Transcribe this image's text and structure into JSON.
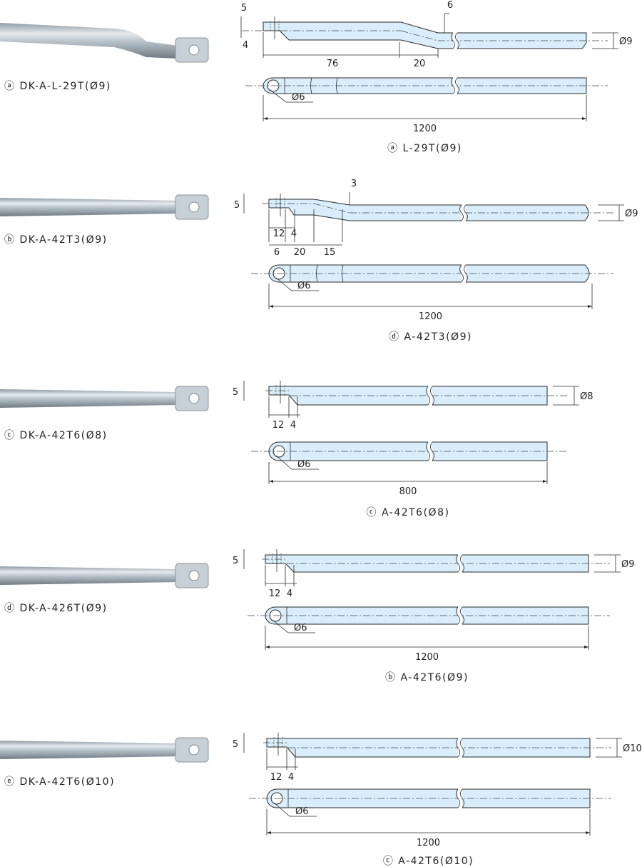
{
  "colors": {
    "rod_fill": "#d9eefa",
    "line": "#2a2a2a",
    "photo_metal": "#b9c3ca"
  },
  "sections": [
    {
      "photo_label": "ⓐ DK-A-L-29T(Ø9)",
      "caption": "ⓐ L-29T(Ø9)",
      "dims": {
        "tab_thk": "5",
        "offset_a": "4",
        "offset_b": "6",
        "straight": "76",
        "bend": "20"
      },
      "diameter": "Ø9",
      "hole": "Ø6",
      "length": "1200"
    },
    {
      "photo_label": "ⓑ DK-A-42T3(Ø9)",
      "caption": "ⓓ A-42T3(Ø9)",
      "dims": {
        "tab_thk": "5",
        "offset_b": "3",
        "tab_len": "12",
        "taper": "4",
        "end": "6",
        "straight": "20",
        "bend": "15"
      },
      "diameter": "Ø9",
      "hole": "Ø6",
      "length": "1200"
    },
    {
      "photo_label": "ⓒ DK-A-42T6(Ø8)",
      "caption": "ⓒ A-42T6(Ø8)",
      "dims": {
        "tab_thk": "5",
        "tab_len": "12",
        "taper": "4"
      },
      "diameter": "Ø8",
      "hole": "Ø6",
      "length": "800"
    },
    {
      "photo_label": "ⓓ DK-A-426T(Ø9)",
      "caption": "ⓑ A-42T6(Ø9)",
      "dims": {
        "tab_thk": "5",
        "tab_len": "12",
        "taper": "4"
      },
      "diameter": "Ø9",
      "hole": "Ø6",
      "length": "1200"
    },
    {
      "photo_label": "ⓔ DK-A-42T6(Ø10)",
      "caption": "ⓒ A-42T6(Ø10)",
      "dims": {
        "tab_thk": "5",
        "tab_len": "12",
        "taper": "4"
      },
      "diameter": "Ø10",
      "hole": "Ø6",
      "length": "1200"
    }
  ]
}
